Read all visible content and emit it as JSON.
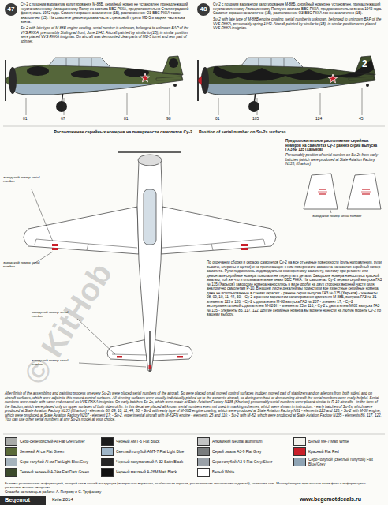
{
  "diagram": {
    "nodes": [
      {
        "text": [
          "47"
        ]
      },
      {
        "text": [
          "48"
        ]
      }
    ],
    "labels": [
      "Су-2 с поздним вариантом капотирования М-88Б, серийный номер не установлен, принадлежащий неустановленному Авиационному Полку из состава ВВС РККА, предположительно Сталинградский фронт, июнь 1942 года. Самолет окрашен аналогично (15), расположение ОЗ ВВС РККА также аналогично (15). На самолете демонтирована часть стрелковой турели МВ-5 и задняя часть кока винта.",
      "Su-2 with late type of M-88B engine cowling, serial number is unknown, belonged to unknown BAP of the VVS RKKA, presumably Stalingrad front, June 1942. Aircraft painted by similar to (15), in similar position were placed VVS RKKA insignias. On aircraft was demounted clear parts of MB-5 turret and rear part of spinner.",
      "Су-2 с поздним вариантом капотирования М-88Б, серийный номер не установлен, принадлежащий неустановленному Авиационному Полку из состава ВВС РККА, предположительно весна 1942 года. Самолет окрашен аналогично (15), расположение ОЗ ВВС РККА так же аналогично (15).",
      "Su-2 with late type of M-88B engine cowling, serial number is unknown, belonged to unknown BAP of the VVS RKKA, presumably spring 1942. Aircraft painted by similar to (15), in similar position were placed VVS RKKA insignias.",
      "01",
      "67",
      "81",
      "98",
      "01",
      "105",
      "124",
      "45",
      "2",
      "Расположение серийных номеров на поверхности самолетов Су-2",
      "Position of serial number on Su-2s surfaces",
      "Предположительное расположение серийных номеров на самолетах Су-2 ранних серий выпуска ГАЗ № 135 (Харьков)",
      "Presumably position of serial number on Su-2s from early batches (which were produced at State Aviation Factory N135, Kharkov)",
      "заводской номер serial number",
      "заводской номер serial number",
      "заводской номер serial number",
      "заводской номер serial number",
      "заводской номер serial number",
      "По окончании сборки и окраски самолетов Су-2 на все отъемные поверхности (руль направления, рули высоты, элероны и щитки) и на прилегающие к ним поверхности самолета наносился серийный номер самолета. Рули подгонялись индивидуально к конкретному самолету, поэтому при ремонте или демонтаже серийные номера помогали не перепутать детали. Заводские номера наносились красной эмалью, той же что и опознавательные знаки ВВС РККА. На самолетах Су-2 первых серий выпуска ГАЗ № 135 (Харьков) заводские номера наносились в виде дроби на двух сторонах верхней части киля, аналогично самолетам Р-10. В нашем листе декалей мы поместили все известные серийные номера, даже не использованные в схемах окраски: - ранние серии выпуска ГАЗ № 135 (Харьков) - элементы 08, 09, 10, 11, 44, 50; - Су-2 с ранним вариантом капотирования двигателя М-88Б, выпуска ГАЗ № 31 - элементы 123 и 126; - Су-2 с двигателем М-88 выпуска ГАЗ № 207 - элемент 17; - Су-2 экспериментальный с двигателем М-82ФН - элементы 25 и 116; - Су-2 с двигателем М-82 выпуска ГАЗ № 135 - элементы 86, 117, 122. Другие серийные номера вы можете нанести на любую модель Су-2 по вашему выбору.",
      "After finish of the assembling and painting process on every Su-2s were placed serial numbers of the aircraft. So were placed on all moved control surfaces (rudder, moved part of stabilizers and on ailerons from both sides) and on aircraft surfaces, which were adjoin to this moved control surfaces. All steering surfaces were usually individually picked up to the concrete aircraft, so during overhaul or demounting aircraft the serial numbers were really helpful. Serial numbers were made with same red enamel as VVS RKKA insignias. On early batches Su-2s, which were made at State Aviation Factory N135 (Kharkov) presumably serial numbers were placed similar to R-10 aircrafts - in the form of the fraction, which were placed only on upper surfaces of both sides of fin. In this decal we placed all known serial numbers even not used in marking schemes, which were shown in instruction: - early batches of Su-2s, which were produced at State Aviation Factory N135 (Kharkov) - elements 08, 09, 10, 11, 44, 50; - Su-2 with early type of M-88B engine cowling, which were produced at State Aviation Factory N31 - elements 123 and 126; - Su-2 with M-88 engine, which were produced at State Aviation Factory N207 - element 17; - Su-2, experimental aircraft with M-82FN engine - elements 25 and 116; - Su-2 with M-82, which were produced at State Aviation Factory N135 - elements 86, 117, 122. You can use other serial numbers at any Su-2s model at your choice.",
      "© KitHob",
      "Если вы располагаете информацией, которой нет в нашей инструкции (интересные варианты, особенности окраски, расположение технических надписей), напишите нам. Мы опубликуем присланные вами фото и информацию с указанием вашего авторства.",
      "Спасибо за помощь в работе: А. Петрову и С. Труфанову",
      "Begemot",
      "Київ 2014",
      "www.begemotdecals.ru"
    ],
    "legend": [
      {
        "text": "Серо-серебристый-Al Flat Grey/Silver",
        "color": "#a9aba8"
      },
      {
        "text": "Зеленый Al cм Flat Green",
        "color": "#5a6a38"
      },
      {
        "text": "Серо-голубой Al cм Flat Light Blue/Grey",
        "color": "#a6b4bd"
      },
      {
        "text": "Темный зеленый А-24м Flat Dark Green",
        "color": "#3b4a2b"
      },
      {
        "text": "Черный АМТ-6 Flat Black",
        "color": "#1b1b1b"
      },
      {
        "text": "Светлый голубой АМТ-7 Flat Light Blue",
        "color": "#9fb6c8"
      },
      {
        "text": "Черный полуматовый А-32 Satin Black",
        "color": "#262626"
      },
      {
        "text": "Черный матовый А-26М Matt Black",
        "color": "#111111"
      },
      {
        "text": "Алюминий Neutral aluminium",
        "color": "#c3c4c4"
      },
      {
        "text": "Серый эмаль А3-9 Flat Grey",
        "color": "#7a7d7e"
      },
      {
        "text": "Серо-голубой А3-9 Flat Grey/Silver",
        "color": "#9aa1a8"
      },
      {
        "text": "Белый White",
        "color": "#ffffff"
      },
      {
        "text": "Белый МК-7 Matt White",
        "color": "#f2f2ec"
      },
      {
        "text": "Красный Flat Red",
        "color": "#c8202a"
      },
      {
        "text": "Серо-голубой (светлый голубой) Flat Blue/Grey",
        "color": "#8fa4b4"
      }
    ]
  }
}
